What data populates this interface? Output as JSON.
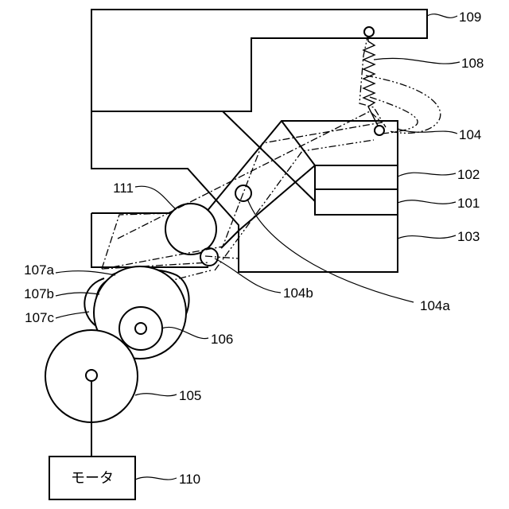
{
  "labels": {
    "l109": "109",
    "l108": "108",
    "l104": "104",
    "l102": "102",
    "l101": "101",
    "l103": "103",
    "l111": "111",
    "l107a": "107a",
    "l107b": "107b",
    "l107c": "107c",
    "l104b": "104b",
    "l104a": "104a",
    "l106": "106",
    "l105": "105",
    "l110": "110"
  },
  "motor": {
    "label": "モータ"
  }
}
